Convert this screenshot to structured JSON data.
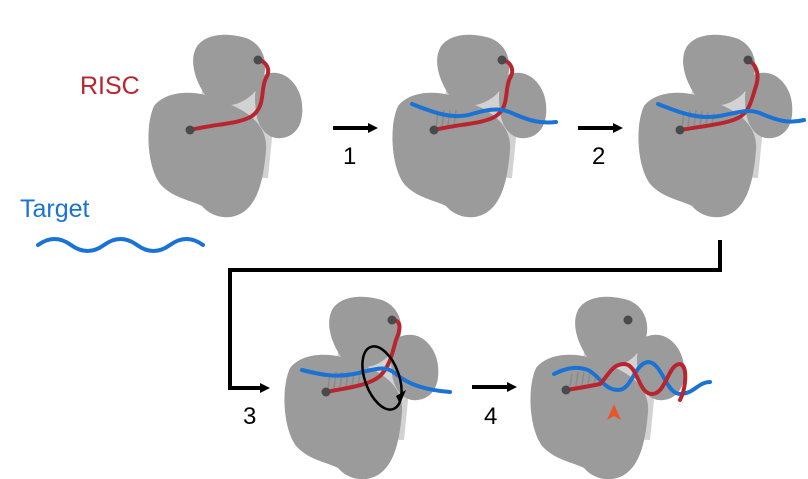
{
  "labels": {
    "risc": "RISC",
    "target": "Target"
  },
  "steps": [
    "1",
    "2",
    "3",
    "4"
  ],
  "colors": {
    "protein": "#9b9b9b",
    "protein_light": "#d2d2d2",
    "guide": "#b8252f",
    "target": "#1a73d4",
    "pairs": "#8a8a8a",
    "arrow": "#000000",
    "cleavage": "#e8552a",
    "anchor": "#4a4a4a"
  }
}
